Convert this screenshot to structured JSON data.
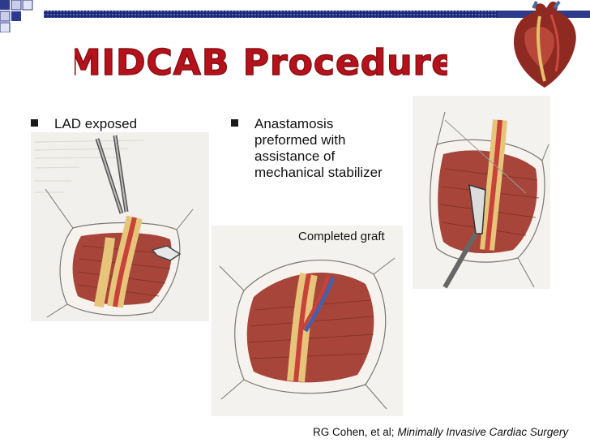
{
  "title": "MIDCAB Procedure",
  "colors": {
    "title_fill": "#b5121b",
    "title_stroke": "#ffffff",
    "accent_squares": "#2e3a8c",
    "top_bar": "#1c2a7a",
    "muscle": "#a8453a",
    "vessel": "#c8423a",
    "fat": "#e6c47a"
  },
  "bullets": [
    {
      "text": "LAD exposed"
    },
    {
      "lines": [
        "Anastamosis",
        "preformed with",
        "assistance of",
        "mechanical stabilizer"
      ]
    }
  ],
  "caption": "Completed graft",
  "citation": {
    "authors": "RG Cohen, et al; ",
    "source": "Minimally Invasive Cardiac Surgery"
  },
  "icons": [
    "bullet-square-icon",
    "heart-illustration"
  ]
}
